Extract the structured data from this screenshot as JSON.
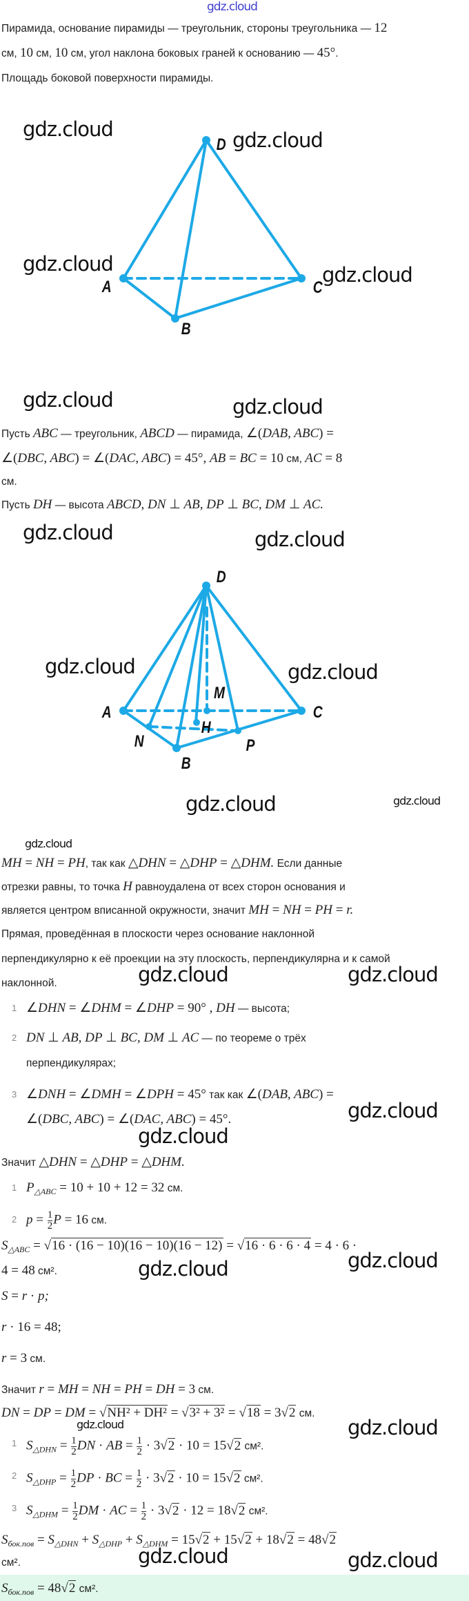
{
  "watermark": "gdz.cloud",
  "colors": {
    "figure": "#1da9e6",
    "answer_bg": "#e0f8ec"
  },
  "intro": [
    [
      [
        "t",
        "Пирамида, основание пирамиды — треугольник, стороны треугольника — "
      ],
      [
        "n",
        "12"
      ]
    ],
    [
      [
        "t",
        "см, "
      ],
      [
        "n",
        "10"
      ],
      [
        "t",
        " см, "
      ],
      [
        "n",
        "10"
      ],
      [
        "t",
        " см, угол наклона боковых граней к основанию — "
      ],
      [
        "n",
        "45°"
      ],
      [
        "t",
        "."
      ]
    ],
    [
      [
        "t",
        "Площадь боковой поверхности пирамиды."
      ]
    ]
  ],
  "figure1": {
    "labels": {
      "D": "D",
      "A": "A",
      "B": "B",
      "C": "C"
    }
  },
  "given": [
    [
      [
        "t",
        "Пусть "
      ],
      [
        "m",
        "ABC"
      ],
      [
        "t",
        " — треугольник, "
      ],
      [
        "m",
        "ABCD"
      ],
      [
        "t",
        " — пирамида, "
      ],
      [
        "n",
        "∠("
      ],
      [
        "m",
        "DAB, ABC"
      ],
      [
        "n",
        ") ="
      ]
    ],
    [
      [
        "n",
        "∠("
      ],
      [
        "m",
        "DBC, ABC"
      ],
      [
        "n",
        ") = ∠("
      ],
      [
        "m",
        "DAC, ABC"
      ],
      [
        "n",
        ") = 45°, "
      ],
      [
        "m",
        "AB"
      ],
      [
        "n",
        " = "
      ],
      [
        "m",
        "BC"
      ],
      [
        "n",
        " = 10"
      ],
      [
        "t",
        " см, "
      ],
      [
        "m",
        "AC"
      ],
      [
        "n",
        " = 8"
      ]
    ],
    [
      [
        "t",
        "см."
      ]
    ],
    [
      [
        "t",
        "Пусть "
      ],
      [
        "m",
        "DH"
      ],
      [
        "t",
        " — высота "
      ],
      [
        "m",
        "ABCD, DN"
      ],
      [
        "n",
        " ⊥ "
      ],
      [
        "m",
        "AB, DP"
      ],
      [
        "n",
        " ⊥ "
      ],
      [
        "m",
        "BC, DM"
      ],
      [
        "n",
        " ⊥ "
      ],
      [
        "m",
        "AC."
      ]
    ]
  ],
  "figure2": {
    "labels": {
      "D": "D",
      "A": "A",
      "B": "B",
      "C": "C",
      "N": "N",
      "P": "P",
      "H": "H",
      "M": "M"
    }
  },
  "reasoning": [
    [
      [
        "m",
        "MH"
      ],
      [
        "n",
        " = "
      ],
      [
        "m",
        "NH"
      ],
      [
        "n",
        " = "
      ],
      [
        "m",
        "PH"
      ],
      [
        "t",
        ", так как "
      ],
      [
        "n",
        "△"
      ],
      [
        "m",
        "DHN"
      ],
      [
        "n",
        " = △"
      ],
      [
        "m",
        "DHP"
      ],
      [
        "n",
        " = △"
      ],
      [
        "m",
        "DHM."
      ],
      [
        "t",
        " Если данные"
      ]
    ],
    [
      [
        "t",
        "отрезки равны, то точка "
      ],
      [
        "m",
        "H"
      ],
      [
        "t",
        " равноудалена от всех сторон основания и"
      ]
    ],
    [
      [
        "t",
        "является центром вписанной окружности, значит "
      ],
      [
        "m",
        "MH"
      ],
      [
        "n",
        " = "
      ],
      [
        "m",
        "NH"
      ],
      [
        "n",
        " = "
      ],
      [
        "m",
        "PH"
      ],
      [
        "n",
        " = "
      ],
      [
        "m",
        "r."
      ]
    ],
    [
      [
        "t",
        "Прямая, проведённая в плоскости через основание наклонной"
      ]
    ],
    [
      [
        "t",
        "перпендикулярно к её проекции на эту плоскость, перпендикулярна и к самой"
      ]
    ],
    [
      [
        "t",
        "наклонной."
      ]
    ]
  ],
  "list1": [
    {
      "num": "1",
      "lines": [
        [
          [
            "n",
            "∠"
          ],
          [
            "m",
            "DHN"
          ],
          [
            "n",
            " = ∠"
          ],
          [
            "m",
            "DHM"
          ],
          [
            "n",
            " = ∠"
          ],
          [
            "m",
            "DHP"
          ],
          [
            "n",
            " = 90° , "
          ],
          [
            "m",
            "DH"
          ],
          [
            "t",
            " — высота;"
          ]
        ]
      ]
    },
    {
      "num": "2",
      "lines": [
        [
          [
            "m",
            "DN"
          ],
          [
            "n",
            " ⊥ "
          ],
          [
            "m",
            "AB, DP"
          ],
          [
            "n",
            " ⊥ "
          ],
          [
            "m",
            "BC, DM"
          ],
          [
            "n",
            " ⊥ "
          ],
          [
            "m",
            "AC"
          ],
          [
            "t",
            " — по теореме о трёх"
          ]
        ],
        [
          [
            "t",
            "перпендикулярах;"
          ]
        ]
      ]
    },
    {
      "num": "3",
      "lines": [
        [
          [
            "n",
            "∠"
          ],
          [
            "m",
            "DNH"
          ],
          [
            "n",
            " = ∠"
          ],
          [
            "m",
            "DMH"
          ],
          [
            "n",
            " = ∠"
          ],
          [
            "m",
            "DPH"
          ],
          [
            "n",
            " = 45°"
          ],
          [
            "t",
            " так как "
          ],
          [
            "n",
            "∠("
          ],
          [
            "m",
            "DAB, ABC"
          ],
          [
            "n",
            ") ="
          ]
        ],
        [
          [
            "n",
            "∠("
          ],
          [
            "m",
            "DBC, ABC"
          ],
          [
            "n",
            ") = ∠("
          ],
          [
            "m",
            "DAC, ABC"
          ],
          [
            "n",
            ") = 45°."
          ]
        ]
      ]
    }
  ],
  "conclusion1": [
    [
      [
        "t",
        "Значит "
      ],
      [
        "n",
        "△"
      ],
      [
        "m",
        "DHN"
      ],
      [
        "n",
        " = △"
      ],
      [
        "m",
        "DHP"
      ],
      [
        "n",
        " = △"
      ],
      [
        "m",
        "DHM."
      ]
    ]
  ],
  "list2": [
    {
      "num": "1",
      "lines": [
        [
          [
            "m",
            "P"
          ],
          [
            "sub",
            "△ABC"
          ],
          [
            "n",
            " = 10 + 10 + 12 = 32"
          ],
          [
            "t",
            " см."
          ]
        ]
      ]
    },
    {
      "num": "2",
      "lines": [
        [
          [
            "m",
            "p"
          ],
          [
            "n",
            " = "
          ],
          [
            "fr",
            "1",
            "2"
          ],
          [
            "m",
            "P"
          ],
          [
            "n",
            " = 16"
          ],
          [
            "t",
            " см."
          ]
        ]
      ]
    }
  ],
  "calc": [
    [
      [
        "m",
        "S"
      ],
      [
        "sub",
        "△ABC"
      ],
      [
        "n",
        " = "
      ],
      [
        "sq",
        "16 · (16 − 10)(16 − 10)(16 − 12)"
      ],
      [
        "n",
        " = "
      ],
      [
        "sq",
        "16 · 6 · 6 · 4"
      ],
      [
        "n",
        " = 4 · 6 ·"
      ]
    ],
    [
      [
        "n",
        "4 = 48"
      ],
      [
        "t",
        " см²."
      ]
    ],
    [
      [
        "m",
        "S"
      ],
      [
        "n",
        " = "
      ],
      [
        "m",
        "r"
      ],
      [
        "n",
        " · "
      ],
      [
        "m",
        "p;"
      ]
    ],
    [
      [
        "m",
        "r"
      ],
      [
        "n",
        " · 16 = 48;"
      ]
    ],
    [
      [
        "m",
        "r"
      ],
      [
        "n",
        " = 3"
      ],
      [
        "t",
        " см."
      ]
    ],
    [
      [
        "t",
        "Значит "
      ],
      [
        "m",
        "r"
      ],
      [
        "n",
        " = "
      ],
      [
        "m",
        "MH"
      ],
      [
        "n",
        " = "
      ],
      [
        "m",
        "NH"
      ],
      [
        "n",
        " = "
      ],
      [
        "m",
        "PH"
      ],
      [
        "n",
        " = "
      ],
      [
        "m",
        "DH"
      ],
      [
        "n",
        " = 3"
      ],
      [
        "t",
        " см."
      ]
    ],
    [
      [
        "m",
        "DN"
      ],
      [
        "n",
        " = "
      ],
      [
        "m",
        "DP"
      ],
      [
        "n",
        " = "
      ],
      [
        "m",
        "DM"
      ],
      [
        "n",
        " = "
      ],
      [
        "sq",
        "NH² + DH²"
      ],
      [
        "n",
        " = "
      ],
      [
        "sq",
        "3² + 3²"
      ],
      [
        "n",
        " = "
      ],
      [
        "sq",
        "18"
      ],
      [
        "n",
        " = 3"
      ],
      [
        "sq",
        "2"
      ],
      [
        "t",
        " см."
      ]
    ]
  ],
  "list3": [
    {
      "num": "1",
      "lines": [
        [
          [
            "m",
            "S"
          ],
          [
            "sub",
            "△DHN"
          ],
          [
            "n",
            " = "
          ],
          [
            "fr",
            "1",
            "2"
          ],
          [
            "m",
            "DN"
          ],
          [
            "n",
            " · "
          ],
          [
            "m",
            "AB"
          ],
          [
            "n",
            " = "
          ],
          [
            "fr",
            "1",
            "2"
          ],
          [
            "n",
            " · 3"
          ],
          [
            "sq",
            "2"
          ],
          [
            "n",
            " · 10 = 15"
          ],
          [
            "sq",
            "2"
          ],
          [
            "t",
            " см²."
          ]
        ]
      ]
    },
    {
      "num": "2",
      "lines": [
        [
          [
            "m",
            "S"
          ],
          [
            "sub",
            "△DHP"
          ],
          [
            "n",
            " = "
          ],
          [
            "fr",
            "1",
            "2"
          ],
          [
            "m",
            "DP"
          ],
          [
            "n",
            " · "
          ],
          [
            "m",
            "BC"
          ],
          [
            "n",
            " = "
          ],
          [
            "fr",
            "1",
            "2"
          ],
          [
            "n",
            " · 3"
          ],
          [
            "sq",
            "2"
          ],
          [
            "n",
            " · 10 = 15"
          ],
          [
            "sq",
            "2"
          ],
          [
            "t",
            " см²."
          ]
        ]
      ]
    },
    {
      "num": "3",
      "lines": [
        [
          [
            "m",
            "S"
          ],
          [
            "sub",
            "△DHM"
          ],
          [
            "n",
            " = "
          ],
          [
            "fr",
            "1",
            "2"
          ],
          [
            "m",
            "DM"
          ],
          [
            "n",
            " · "
          ],
          [
            "m",
            "AC"
          ],
          [
            "n",
            " = "
          ],
          [
            "fr",
            "1",
            "2"
          ],
          [
            "n",
            " · 3"
          ],
          [
            "sq",
            "2"
          ],
          [
            "n",
            " · 12 = 18"
          ],
          [
            "sq",
            "2"
          ],
          [
            "t",
            " см²."
          ]
        ]
      ]
    }
  ],
  "total": [
    [
      [
        "m",
        "S"
      ],
      [
        "sub",
        "бок.пов"
      ],
      [
        "n",
        " = "
      ],
      [
        "m",
        "S"
      ],
      [
        "sub",
        "△DHN"
      ],
      [
        "n",
        " + "
      ],
      [
        "m",
        "S"
      ],
      [
        "sub",
        "△DHP"
      ],
      [
        "n",
        " + "
      ],
      [
        "m",
        "S"
      ],
      [
        "sub",
        "△DHM"
      ],
      [
        "n",
        " = 15"
      ],
      [
        "sq",
        "2"
      ],
      [
        "n",
        " + 15"
      ],
      [
        "sq",
        "2"
      ],
      [
        "n",
        " + 18"
      ],
      [
        "sq",
        "2"
      ],
      [
        "n",
        " = 48"
      ],
      [
        "sq",
        "2"
      ]
    ],
    [
      [
        "t",
        "см²."
      ]
    ]
  ],
  "answer": [
    [
      [
        "m",
        "S"
      ],
      [
        "sub",
        "бок.пов"
      ],
      [
        "n",
        " = 48"
      ],
      [
        "sq",
        "2"
      ],
      [
        "t",
        " см²."
      ]
    ]
  ]
}
